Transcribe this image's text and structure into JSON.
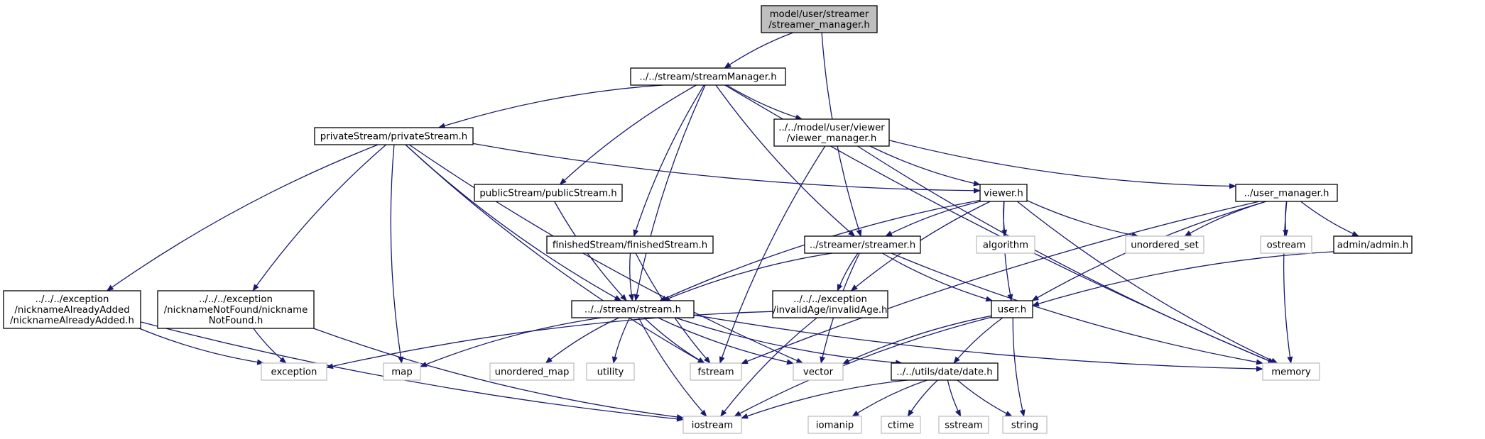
{
  "colors": {
    "root_fill": "#bfbfbf",
    "root_stroke": "#000000",
    "file_fill": "#ffffff",
    "file_stroke": "#000000",
    "system_stroke": "#bfbfbf",
    "edge": "#191970"
  },
  "nodes": [
    {
      "id": "root",
      "kind": "root",
      "lines": [
        "model/user/streamer",
        "/streamer_manager.h"
      ]
    },
    {
      "id": "streamManager",
      "kind": "file",
      "lines": [
        "../../stream/streamManager.h"
      ]
    },
    {
      "id": "privateStream",
      "kind": "file",
      "lines": [
        "privateStream/privateStream.h"
      ]
    },
    {
      "id": "viewerManager",
      "kind": "file",
      "lines": [
        "../../model/user/viewer",
        "/viewer_manager.h"
      ]
    },
    {
      "id": "publicStream",
      "kind": "file",
      "lines": [
        "publicStream/publicStream.h"
      ]
    },
    {
      "id": "viewer",
      "kind": "file",
      "lines": [
        "viewer.h"
      ]
    },
    {
      "id": "userManager",
      "kind": "file",
      "lines": [
        "../user_manager.h"
      ]
    },
    {
      "id": "finishedStream",
      "kind": "file",
      "lines": [
        "finishedStream/finishedStream.h"
      ]
    },
    {
      "id": "streamer",
      "kind": "file",
      "lines": [
        "../streamer/streamer.h"
      ]
    },
    {
      "id": "algorithm",
      "kind": "system",
      "lines": [
        "algorithm"
      ]
    },
    {
      "id": "unordered_set",
      "kind": "system",
      "lines": [
        "unordered_set"
      ]
    },
    {
      "id": "ostream",
      "kind": "system",
      "lines": [
        "ostream"
      ]
    },
    {
      "id": "admin",
      "kind": "file",
      "lines": [
        "admin/admin.h"
      ]
    },
    {
      "id": "nickAdded",
      "kind": "file",
      "lines": [
        "../../../exception",
        "/nicknameAlreadyAdded",
        "/nicknameAlreadyAdded.h"
      ]
    },
    {
      "id": "nickNotFound",
      "kind": "file",
      "lines": [
        "../../../exception",
        "/nicknameNotFound/nickname",
        "NotFound.h"
      ]
    },
    {
      "id": "stream",
      "kind": "file",
      "lines": [
        "../../stream/stream.h"
      ]
    },
    {
      "id": "invalidAge",
      "kind": "file",
      "lines": [
        "../../../exception",
        "/invalidAge/invalidAge.h"
      ]
    },
    {
      "id": "user",
      "kind": "file",
      "lines": [
        "user.h"
      ]
    },
    {
      "id": "exception",
      "kind": "system",
      "lines": [
        "exception"
      ]
    },
    {
      "id": "map",
      "kind": "system",
      "lines": [
        "map"
      ]
    },
    {
      "id": "unordered_map",
      "kind": "system",
      "lines": [
        "unordered_map"
      ]
    },
    {
      "id": "utility",
      "kind": "system",
      "lines": [
        "utility"
      ]
    },
    {
      "id": "fstream",
      "kind": "system",
      "lines": [
        "fstream"
      ]
    },
    {
      "id": "vector",
      "kind": "system",
      "lines": [
        "vector"
      ]
    },
    {
      "id": "date",
      "kind": "file",
      "lines": [
        "../../utils/date/date.h"
      ]
    },
    {
      "id": "memory",
      "kind": "system",
      "lines": [
        "memory"
      ]
    },
    {
      "id": "iostream",
      "kind": "system",
      "lines": [
        "iostream"
      ]
    },
    {
      "id": "iomanip",
      "kind": "system",
      "lines": [
        "iomanip"
      ]
    },
    {
      "id": "ctime",
      "kind": "system",
      "lines": [
        "ctime"
      ]
    },
    {
      "id": "sstream",
      "kind": "system",
      "lines": [
        "sstream"
      ]
    },
    {
      "id": "string",
      "kind": "system",
      "lines": [
        "string"
      ]
    }
  ],
  "edges": [
    [
      "root",
      "streamManager"
    ],
    [
      "root",
      "streamer"
    ],
    [
      "streamManager",
      "privateStream"
    ],
    [
      "streamManager",
      "viewerManager"
    ],
    [
      "streamManager",
      "publicStream"
    ],
    [
      "streamManager",
      "finishedStream"
    ],
    [
      "streamManager",
      "stream"
    ],
    [
      "streamManager",
      "streamer"
    ],
    [
      "streamManager",
      "memory"
    ],
    [
      "privateStream",
      "viewer"
    ],
    [
      "privateStream",
      "stream"
    ],
    [
      "privateStream",
      "nickAdded"
    ],
    [
      "privateStream",
      "nickNotFound"
    ],
    [
      "privateStream",
      "map"
    ],
    [
      "privateStream",
      "fstream"
    ],
    [
      "privateStream",
      "vector"
    ],
    [
      "viewerManager",
      "viewer"
    ],
    [
      "viewerManager",
      "userManager"
    ],
    [
      "viewerManager",
      "fstream"
    ],
    [
      "viewerManager",
      "memory"
    ],
    [
      "publicStream",
      "stream"
    ],
    [
      "finishedStream",
      "stream"
    ],
    [
      "finishedStream",
      "fstream"
    ],
    [
      "viewer",
      "stream"
    ],
    [
      "viewer",
      "streamer"
    ],
    [
      "viewer",
      "algorithm"
    ],
    [
      "viewer",
      "unordered_set"
    ],
    [
      "viewer",
      "invalidAge"
    ],
    [
      "viewer",
      "user"
    ],
    [
      "viewer",
      "memory"
    ],
    [
      "userManager",
      "unordered_set"
    ],
    [
      "userManager",
      "ostream"
    ],
    [
      "userManager",
      "admin"
    ],
    [
      "userManager",
      "user"
    ],
    [
      "userManager",
      "memory"
    ],
    [
      "userManager",
      "fstream"
    ],
    [
      "admin",
      "user"
    ],
    [
      "streamer",
      "stream"
    ],
    [
      "streamer",
      "invalidAge"
    ],
    [
      "streamer",
      "user"
    ],
    [
      "streamer",
      "vector"
    ],
    [
      "streamer",
      "memory"
    ],
    [
      "stream",
      "map"
    ],
    [
      "stream",
      "unordered_map"
    ],
    [
      "stream",
      "utility"
    ],
    [
      "stream",
      "fstream"
    ],
    [
      "stream",
      "vector"
    ],
    [
      "stream",
      "date"
    ],
    [
      "stream",
      "memory"
    ],
    [
      "stream",
      "iostream"
    ],
    [
      "invalidAge",
      "exception"
    ],
    [
      "invalidAge",
      "iostream"
    ],
    [
      "user",
      "vector"
    ],
    [
      "user",
      "date"
    ],
    [
      "user",
      "iostream"
    ],
    [
      "user",
      "string"
    ],
    [
      "nickAdded",
      "exception"
    ],
    [
      "nickAdded",
      "iostream"
    ],
    [
      "nickNotFound",
      "exception"
    ],
    [
      "nickNotFound",
      "iostream"
    ],
    [
      "date",
      "iostream"
    ],
    [
      "date",
      "iomanip"
    ],
    [
      "date",
      "ctime"
    ],
    [
      "date",
      "sstream"
    ],
    [
      "date",
      "string"
    ]
  ]
}
